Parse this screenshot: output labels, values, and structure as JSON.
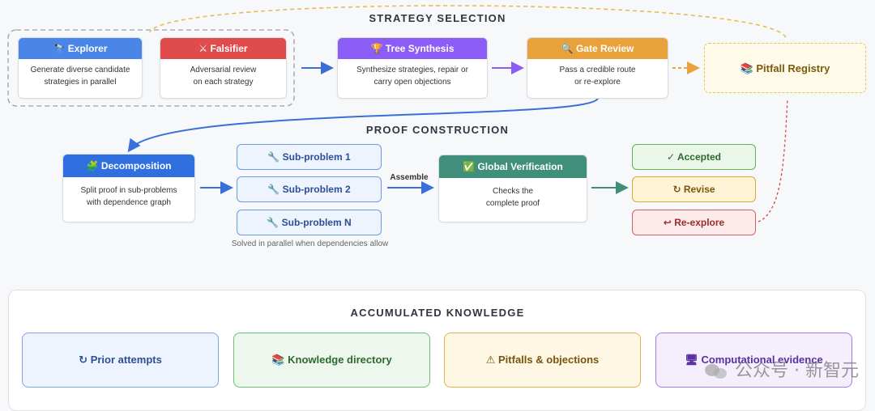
{
  "strategy": {
    "title": "STRATEGY SELECTION",
    "explorer": {
      "icon": "🔭",
      "title": "Explorer",
      "desc1": "Generate diverse candidate",
      "desc2": "strategies in parallel",
      "color": "#4a86e8"
    },
    "falsifier": {
      "icon": "⚔",
      "title": "Falsifier",
      "desc1": "Adversarial review",
      "desc2": "on each strategy",
      "color": "#e04b4b"
    },
    "tree": {
      "icon": "🏆",
      "title": "Tree Synthesis",
      "desc1": "Synthesize strategies, repair or",
      "desc2": "carry open objections",
      "color": "#8b5cf6"
    },
    "gate": {
      "icon": "🔍",
      "title": "Gate Review",
      "desc1": "Pass a credible route",
      "desc2": "or re-explore",
      "color": "#e9a23b"
    },
    "pitfall": {
      "icon": "📚",
      "title": "Pitfall Registry"
    }
  },
  "proof": {
    "title": "PROOF CONSTRUCTION",
    "decomposition": {
      "icon": "🧩",
      "title": "Decomposition",
      "desc1": "Split proof in sub-problems",
      "desc2": "with dependence graph",
      "color": "#2f6fe0"
    },
    "subproblems": [
      {
        "icon": "🔧",
        "label": "Sub-problem 1"
      },
      {
        "icon": "🔧",
        "label": "Sub-problem 2"
      },
      {
        "icon": "🔧",
        "label": "Sub-problem N"
      }
    ],
    "parallel_note": "Solved in parallel when dependencies allow",
    "assemble_label": "Assemble",
    "verification": {
      "icon": "✅",
      "title": "Global Verification",
      "desc1": "Checks the",
      "desc2": "complete proof",
      "color": "#3f8f7a"
    },
    "outcomes": {
      "accepted": {
        "icon": "✓",
        "label": "Accepted"
      },
      "revise": {
        "icon": "↻",
        "label": "Revise"
      },
      "reexplore": {
        "icon": "↩",
        "label": "Re-explore"
      }
    }
  },
  "knowledge": {
    "title": "ACCUMULATED KNOWLEDGE",
    "items": [
      {
        "icon": "↻",
        "label": "Prior attempts"
      },
      {
        "icon": "📚",
        "label": "Knowledge directory"
      },
      {
        "icon": "⚠",
        "label": "Pitfalls & objections"
      },
      {
        "icon": "🖥",
        "label": "Computational evidence"
      }
    ]
  },
  "watermark": "公众号 · 新智元"
}
